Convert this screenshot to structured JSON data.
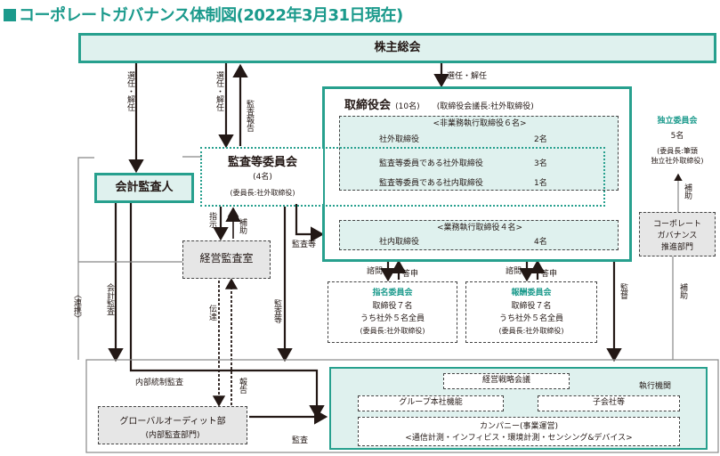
{
  "title": "コーポレートガバナンス体制図(2022年3月31日現在)",
  "shareholders": "株主総会",
  "board": {
    "name": "取締役会",
    "count": "(10名)",
    "chair": "(取締役会議長:社外取締役)",
    "nonexec_header": "<非業務執行取締役６名>",
    "rows": [
      {
        "label": "社外取締役",
        "count": "2名"
      },
      {
        "label": "監査等委員である社外取締役",
        "count": "3名"
      },
      {
        "label": "監査等委員である社内取締役",
        "count": "1名"
      }
    ],
    "exec_header": "<業務執行取締役４名>",
    "exec_row": {
      "label": "社内取締役",
      "count": "4名"
    }
  },
  "audit_committee": {
    "name": "監査等委員会",
    "count": "(4名)",
    "chair": "(委員長:社外取締役)"
  },
  "accounting_auditor": "会計監査人",
  "independent_committee": {
    "name": "独立委員会",
    "count": "5名",
    "chair_line1": "(委員長:筆頭",
    "chair_line2": "独立社外取締役)"
  },
  "cg_dept": {
    "line1": "コーポレート",
    "line2": "ガバナンス",
    "line3": "推進部門"
  },
  "mgmt_audit": "経営監査室",
  "nomination": {
    "name": "指名委員会",
    "line1": "取締役７名",
    "line2": "うち社外５名全員",
    "chair": "(委員長:社外取締役)"
  },
  "compensation": {
    "name": "報酬委員会",
    "line1": "取締役７名",
    "line2": "うち社外５名全員",
    "chair": "(委員長:社外取締役)"
  },
  "global_audit": {
    "line1": "グローバルオーディット部",
    "line2": "(内部監査部門)"
  },
  "exec": {
    "strategy": "経営戦略会議",
    "label": "執行機関",
    "group_hq": "グループ本社機能",
    "subsidiaries": "子会社等",
    "company_line1": "カンパニー(事業運営)",
    "company_line2": "<通信計測・インフィビス・環境計測・センシング&デバイス>"
  },
  "arrows": {
    "elect_dismiss": "選任・解任",
    "elect_dismiss_v": "選任・解任",
    "audit_report": "監査報告",
    "instruct": "指示",
    "assist": "補助",
    "audit_etc": "監査等",
    "accounting_audit": "会計監査",
    "coop": "〈連携〉",
    "transmit": "伝達",
    "report": "報告",
    "consult": "諮問",
    "answer": "答申",
    "supervise": "監督",
    "internal_control_audit": "内部統制監査",
    "audit": "監査"
  }
}
